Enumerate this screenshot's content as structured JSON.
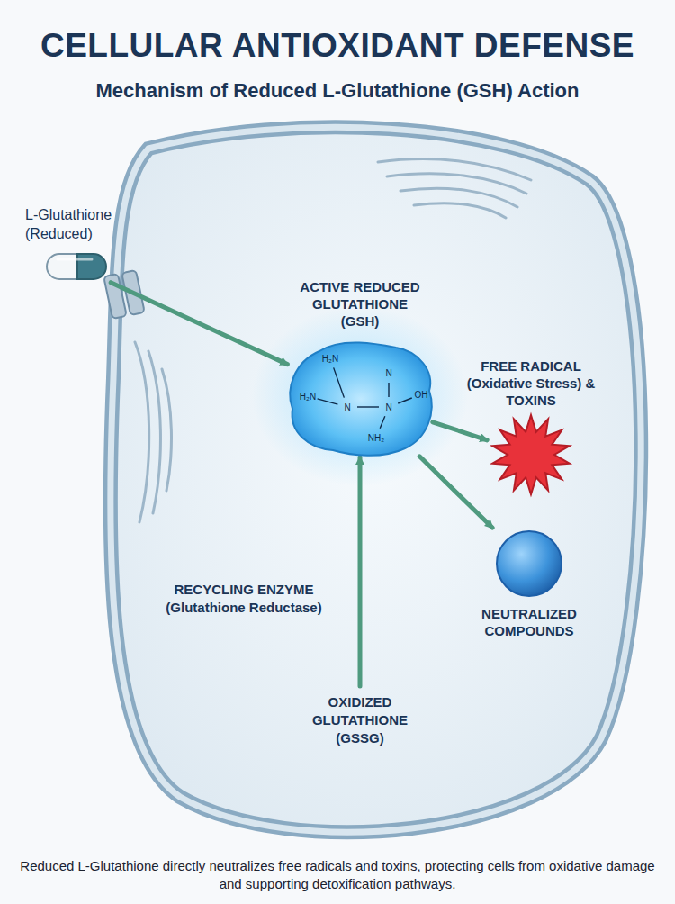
{
  "diagram": {
    "title": "CELLULAR ANTIOXIDANT DEFENSE",
    "caption": "Reduced L-Glutathione directly neutralizes free radicals and toxins, protecting cells from oxidative damage and supporting detoxification pathways.",
    "nodes": [
      {
        "text": [
          "L-Glutathione (Reduced)"
        ]
      },
      {
        "text": [
          "ACTIVE REDUCED GLUTATHIONE (GSH)"
        ]
      },
      {
        "text": [
          "FREE RADICAL (Oxidative Stress) & TOXINS"
        ]
      },
      {
        "text": [
          "NEUTRALIZED COMPOUNDS"
        ]
      },
      {
        "text": [
          "OXIDIZED GLUTATHIONE (GSSG)"
        ]
      }
    ],
    "edges": [
      {
        "from": 0,
        "to": 1,
        "arrow": "to"
      },
      {
        "from": 1,
        "to": 2,
        "arrow": "to"
      },
      {
        "from": 1,
        "to": 3,
        "arrow": "to"
      },
      {
        "from": 4,
        "to": 1,
        "label": "RECYCLING ENZYME (Glutathione Reductase)",
        "arrow": "to"
      }
    ],
    "labels": [
      "Mechanism of Reduced L-Glutathione (GSH) Action",
      "H₂N",
      "N",
      "H₂N",
      "N",
      "N",
      "OH",
      "NH₂"
    ]
  }
}
